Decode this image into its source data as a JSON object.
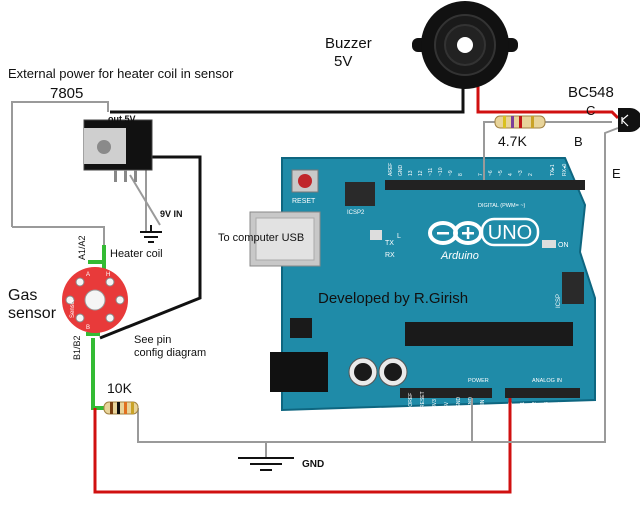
{
  "labels": {
    "buzzer": "Buzzer",
    "buzzer_voltage": "5V",
    "external_power": "External power for  heater coil in sensor",
    "regulator": "7805",
    "out5v": "out 5V",
    "nine_v_in": "9V IN",
    "heater_coil": "Heater coil",
    "pins_a": "A1/A2",
    "pins_b": "B1/B2",
    "gas_sensor_line1": "Gas",
    "gas_sensor_line2": "sensor",
    "see_pin_line1": "See pin",
    "see_pin_line2": "config diagram",
    "resistor_10k": "10K",
    "resistor_4k7": "4.7K",
    "transistor": "BC548",
    "pin_c": "C",
    "pin_b": "B",
    "pin_e": "E",
    "computer_usb": "To computer USB",
    "gnd": "GND",
    "developed_by": "Developed by R.Girish"
  },
  "arduino": {
    "reset": "RESET",
    "icsp2": "ICSP2",
    "icsp": "ICSP",
    "uno": "UNO",
    "brand": "Arduino",
    "tx": "TX",
    "rx": "RX",
    "on": "ON",
    "l": "L",
    "digital": "DIGITAL (PWM= ~)",
    "power": "POWER",
    "analog_in": "ANALOG IN",
    "aref": "AREF",
    "gnd_pin": "GND",
    "pin13": "13",
    "pin12": "12",
    "pin11": "~11",
    "pin10": "~10",
    "pin9": "~9",
    "pin8": "8",
    "pin7": "7",
    "pin6": "~6",
    "pin5": "~5",
    "pin4": "4",
    "pin3": "~3",
    "pin2": "2",
    "pin1": "TX▸1",
    "pin0": "RX◂0",
    "ioref": "IOREF",
    "reset_pin": "RESET",
    "p3v3": "3V3",
    "p5v": "5V",
    "gnd1": "GND",
    "gnd2": "GND",
    "vin": "VIN",
    "a0": "A0",
    "a1": "A1",
    "a2": "A2",
    "a3": "A3",
    "a4": "A4",
    "a5": "A5"
  },
  "sensor": {
    "text": "Sensor",
    "pin_a": "A",
    "pin_b": "B",
    "pin_h": "H"
  },
  "colors": {
    "board": "#1f8ba8",
    "board_edge": "#0e6680",
    "wire_black": "#111111",
    "wire_red": "#d01010",
    "wire_green": "#33bb33",
    "wire_grey": "#9a9a9a",
    "sensor_body": "#e83a3a"
  }
}
